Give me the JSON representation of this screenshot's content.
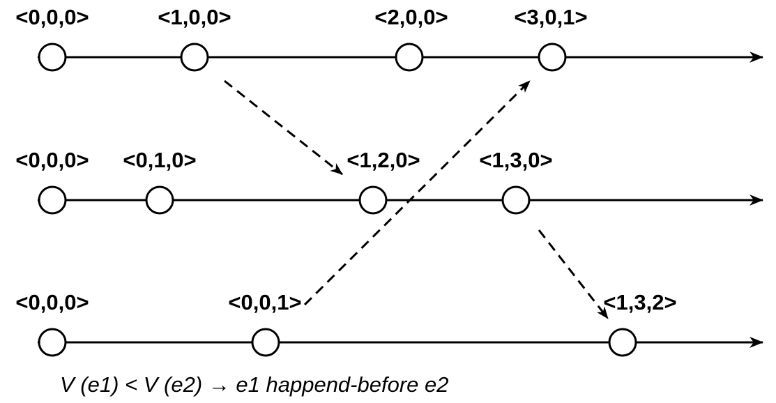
{
  "diagram": {
    "caption": "V (e1) < V (e2) → e1 happend-before e2",
    "processes": [
      {
        "events": [
          {
            "label": "<0,0,0>"
          },
          {
            "label": "<1,0,0>"
          },
          {
            "label": "<2,0,0>"
          },
          {
            "label": "<3,0,1>"
          }
        ]
      },
      {
        "events": [
          {
            "label": "<0,0,0>"
          },
          {
            "label": "<0,1,0>"
          },
          {
            "label": "<1,2,0>"
          },
          {
            "label": "<1,3,0>"
          }
        ]
      },
      {
        "events": [
          {
            "label": "<0,0,0>"
          },
          {
            "label": "<0,0,1>"
          },
          {
            "label": "<1,3,2>"
          }
        ]
      }
    ],
    "messages": [
      {
        "from": [
          0,
          1
        ],
        "to": [
          1,
          2
        ]
      },
      {
        "from": [
          2,
          1
        ],
        "to": [
          0,
          3
        ]
      },
      {
        "from": [
          1,
          3
        ],
        "to": [
          2,
          2
        ]
      }
    ]
  }
}
